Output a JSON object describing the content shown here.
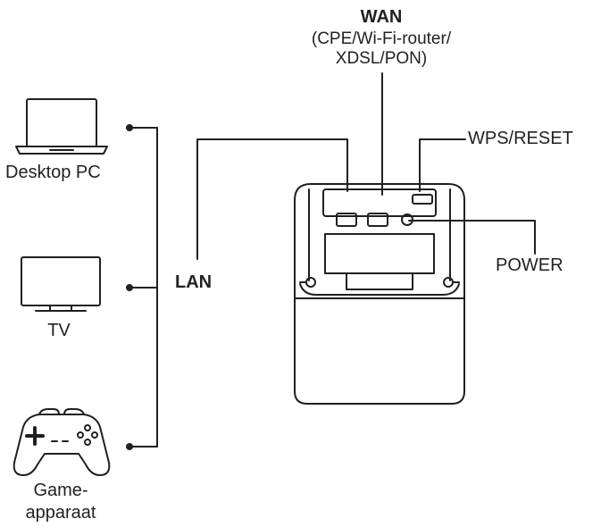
{
  "wan": {
    "title": "WAN",
    "subtitle_line1": "(CPE/Wi-Fi-router/",
    "subtitle_line2": "XDSL/PON)"
  },
  "labels": {
    "wps_reset": "WPS/RESET",
    "power": "POWER",
    "lan": "LAN"
  },
  "devices": {
    "desktop_pc": "Desktop PC",
    "tv": "TV",
    "game_line1": "Game-",
    "game_line2": "apparaat"
  },
  "icons": {
    "laptop": "laptop-icon",
    "tv": "tv-icon",
    "gamepad": "gamepad-icon",
    "router": "router-device"
  },
  "colors": {
    "line": "#231f20",
    "device_fill": "#ffffff"
  }
}
